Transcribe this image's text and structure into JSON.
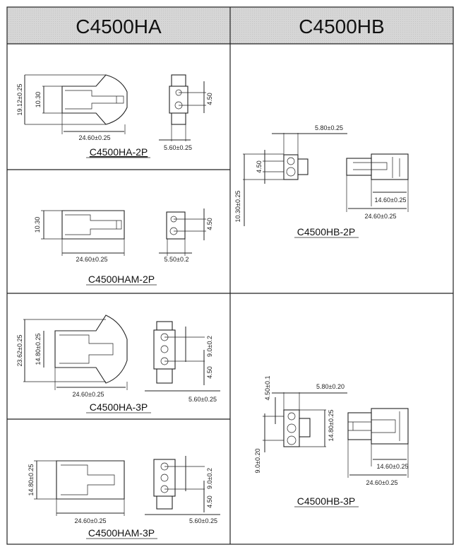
{
  "header": {
    "left": "C4500HA",
    "right": "C4500HB"
  },
  "cells": {
    "ha2p": {
      "title": "C4500HA-2P",
      "d_height": "19.12±0.25",
      "d_inner": "10.30",
      "d_length": "24.60±0.25",
      "d_width": "5.60±0.25",
      "d_pitch": "4.50"
    },
    "ham2p": {
      "title": "C4500HAM-2P",
      "d_inner": "10.30",
      "d_length": "24.60±0.25",
      "d_width": "5.50±0.2",
      "d_pitch": "4.50"
    },
    "ha3p": {
      "title": "C4500HA-3P",
      "d_height": "23.62±0.25",
      "d_inner": "14.80±0.25",
      "d_length": "24.60±0.25",
      "d_width": "5.60±0.25",
      "d_span": "9.0±0.2",
      "d_pitch": "4.50"
    },
    "ham3p": {
      "title": "C4500HAM-3P",
      "d_inner": "14.80±0.25",
      "d_length": "24.60±0.25",
      "d_width": "5.60±0.25",
      "d_span": "9.0±0.2",
      "d_pitch": "4.50"
    },
    "hb2p": {
      "title": "C4500HB-2P",
      "d_width": "5.80±0.25",
      "d_pitch": "4.50",
      "d_height": "10.30±0.25",
      "d_inner": "14.60±0.25",
      "d_length": "24.60±0.25"
    },
    "hb3p": {
      "title": "C4500HB-3P",
      "d_pitch": "4.50±0.1",
      "d_width": "5.80±0.20",
      "d_height": "14.80±0.25",
      "d_span": "9.0±0.20",
      "d_inner": "14.60±0.25",
      "d_length": "24.60±0.25"
    }
  }
}
